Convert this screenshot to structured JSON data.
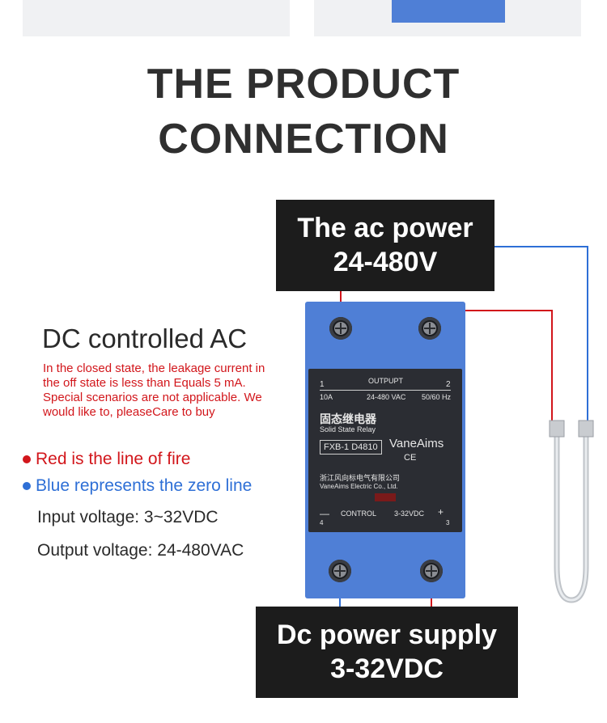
{
  "heading": {
    "line1": "THE PRODUCT",
    "line2": "CONNECTION"
  },
  "ac_box": {
    "line1": "The ac power",
    "line2": "24-480V"
  },
  "dc_box": {
    "line1": "Dc power supply",
    "line2": "3-32VDC"
  },
  "description": {
    "title": "DC controlled AC",
    "body": "In the closed state, the leakage current in the off state is less than Equals 5 mA. Special scenarios are not applicable. We would like to, pleaseCare to buy"
  },
  "legend": {
    "red_text": "Red is the line of fire",
    "blue_text": "Blue represents the zero line"
  },
  "specs": {
    "input": "Input voltage: 3~32VDC",
    "output": "Output voltage: 24-480VAC"
  },
  "relay": {
    "terminal1": "1",
    "terminal2": "2",
    "terminal3": "3",
    "terminal4": "4",
    "current": "10A",
    "output_label": "OUTPUPT",
    "output_range": "24-480 VAC",
    "freq": "50/60 Hz",
    "cn_name": "固态继电器",
    "en_name": "Solid State Relay",
    "model": "FXB-1 D4810",
    "brand": "VaneAims",
    "cert": "CE",
    "cn_company": "浙江风向标电气有限公司",
    "en_company": "VaneAims Electric Co., Ltd.",
    "control_label": "CONTROL",
    "control_range": "3-32VDC",
    "minus": "—",
    "plus": "+"
  },
  "colors": {
    "red": "#d2161b",
    "blue": "#2e6fd6",
    "relay": "#4f7fd6"
  }
}
